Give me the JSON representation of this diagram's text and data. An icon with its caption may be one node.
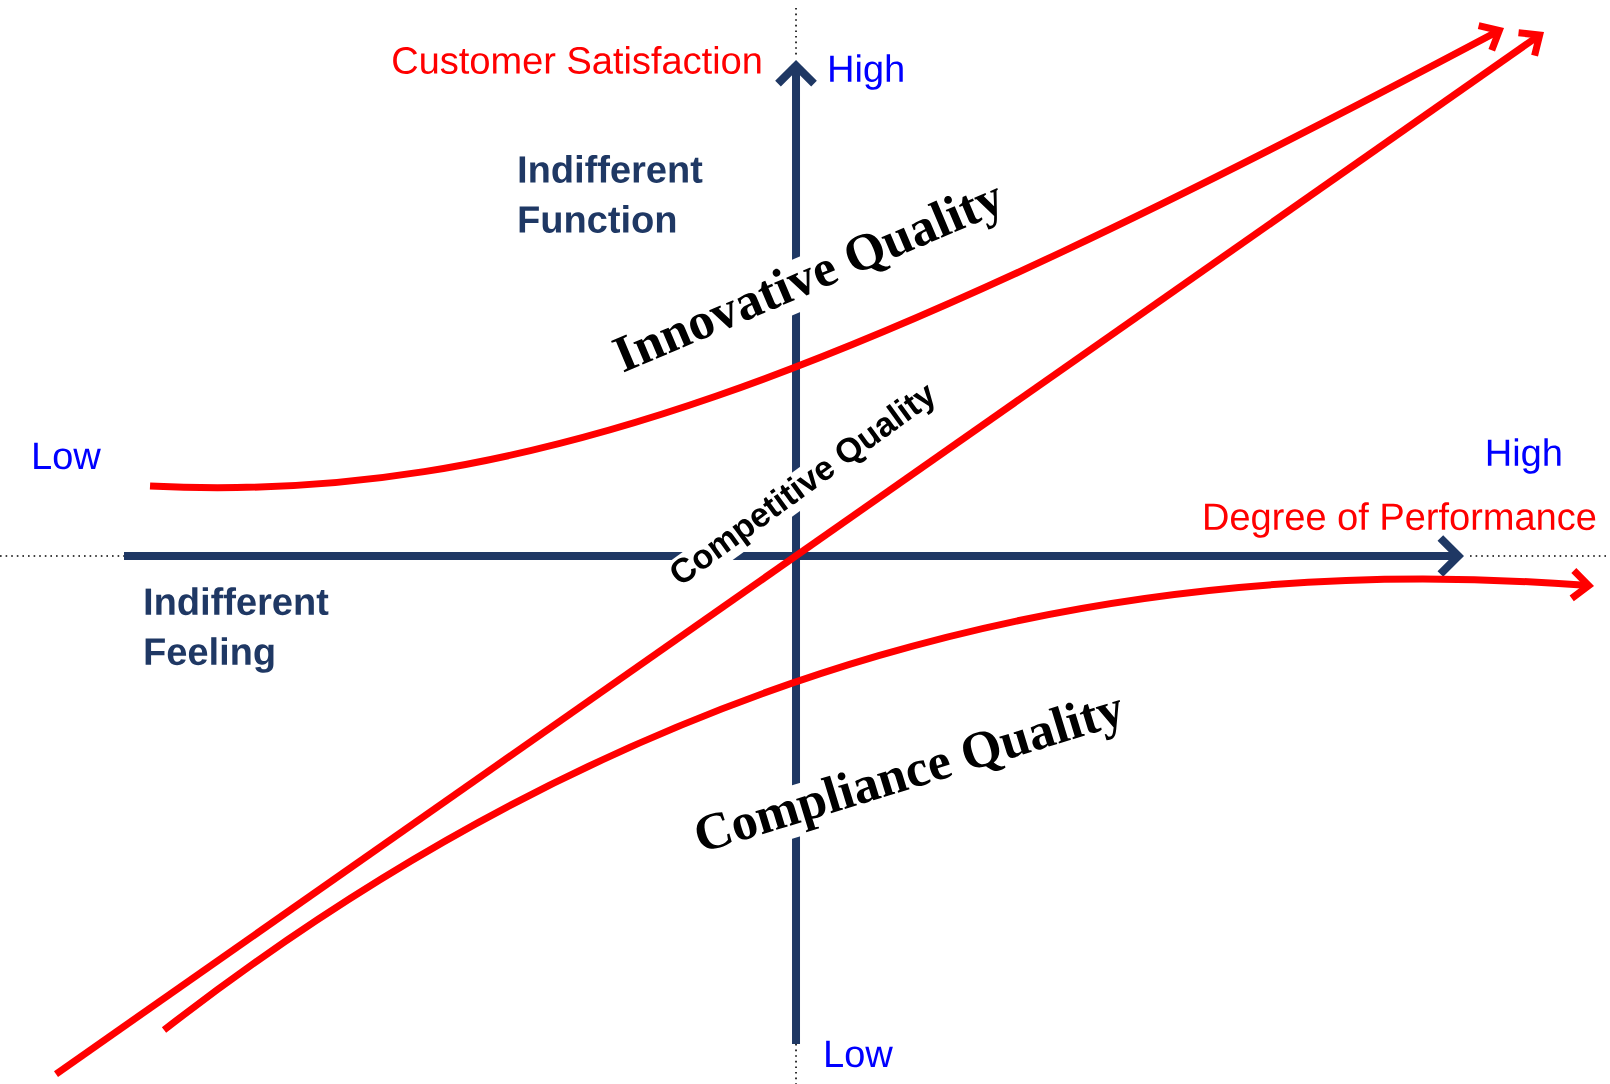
{
  "diagram": {
    "labels": [
      "Customer Satisfaction",
      "High",
      "Indifferent Function",
      "Innovative Quality",
      "Competitive Quality",
      "Low",
      "High",
      "Degree of Performance",
      "Indifferent Feeling",
      "Compliance Quality",
      "Low"
    ]
  }
}
